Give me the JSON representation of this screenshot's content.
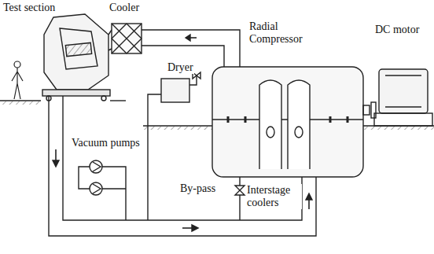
{
  "diagram": {
    "labels": [
      "Test section",
      "Cooler",
      "Radial Compressor",
      "DC motor",
      "Dryer",
      "Vacuum pumps",
      "By-pass",
      "Interstage coolers"
    ]
  }
}
